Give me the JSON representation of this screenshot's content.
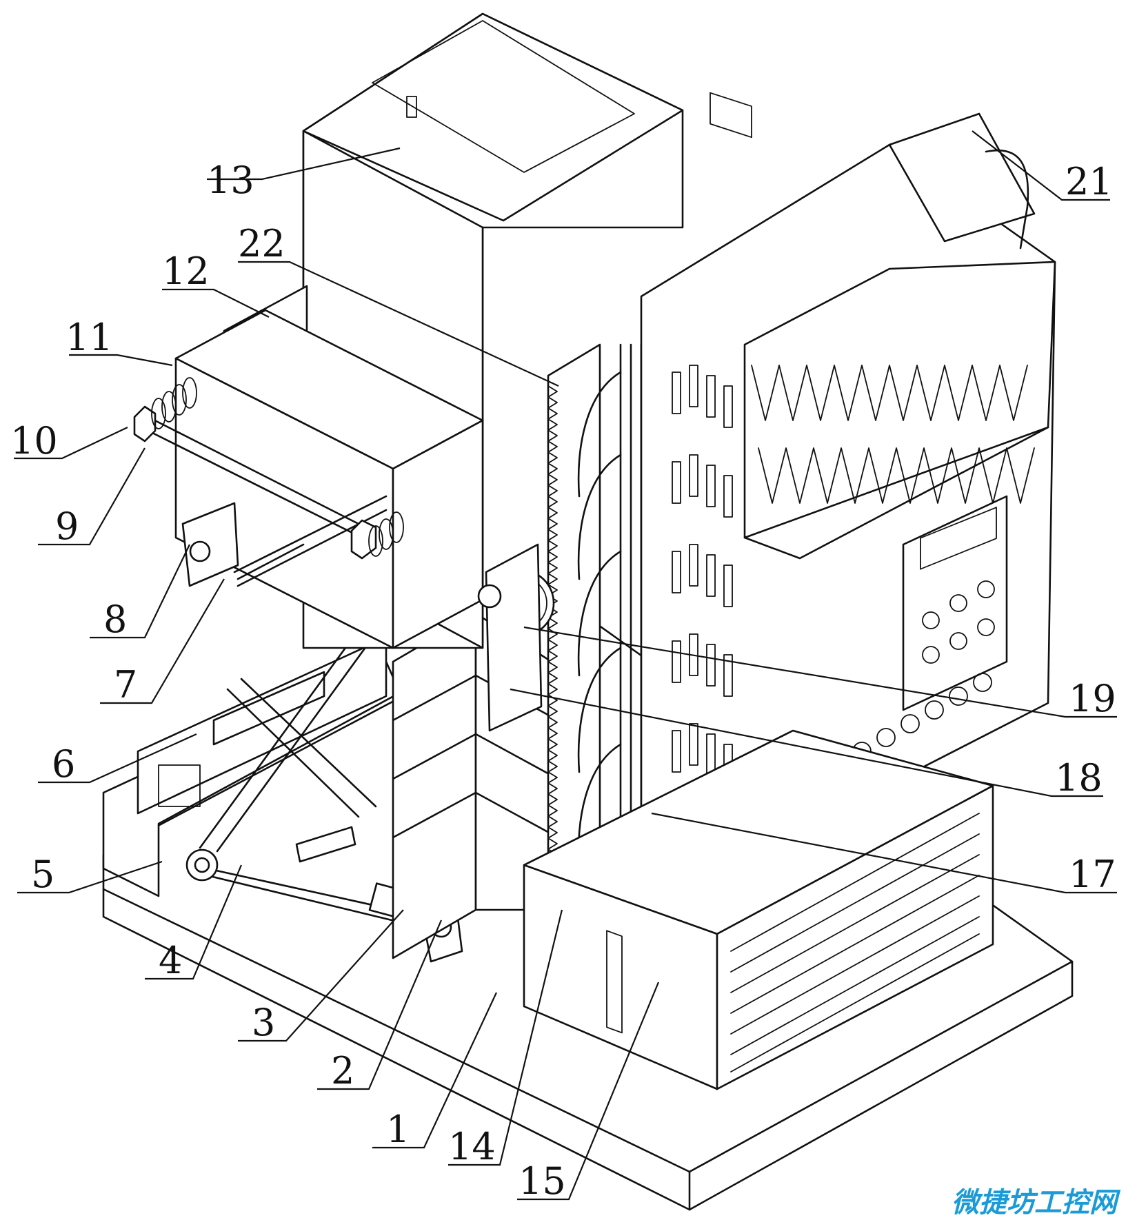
{
  "labels": [
    "1",
    "2",
    "3",
    "4",
    "5",
    "6",
    "7",
    "8",
    "9",
    "10",
    "11",
    "12",
    "13",
    "14",
    "15",
    "17",
    "18",
    "19",
    "21",
    "22"
  ],
  "watermark": "微捷坊工控网",
  "colors": {
    "line": "#111111",
    "background": "#ffffff",
    "watermark": "#1a9bd7"
  }
}
